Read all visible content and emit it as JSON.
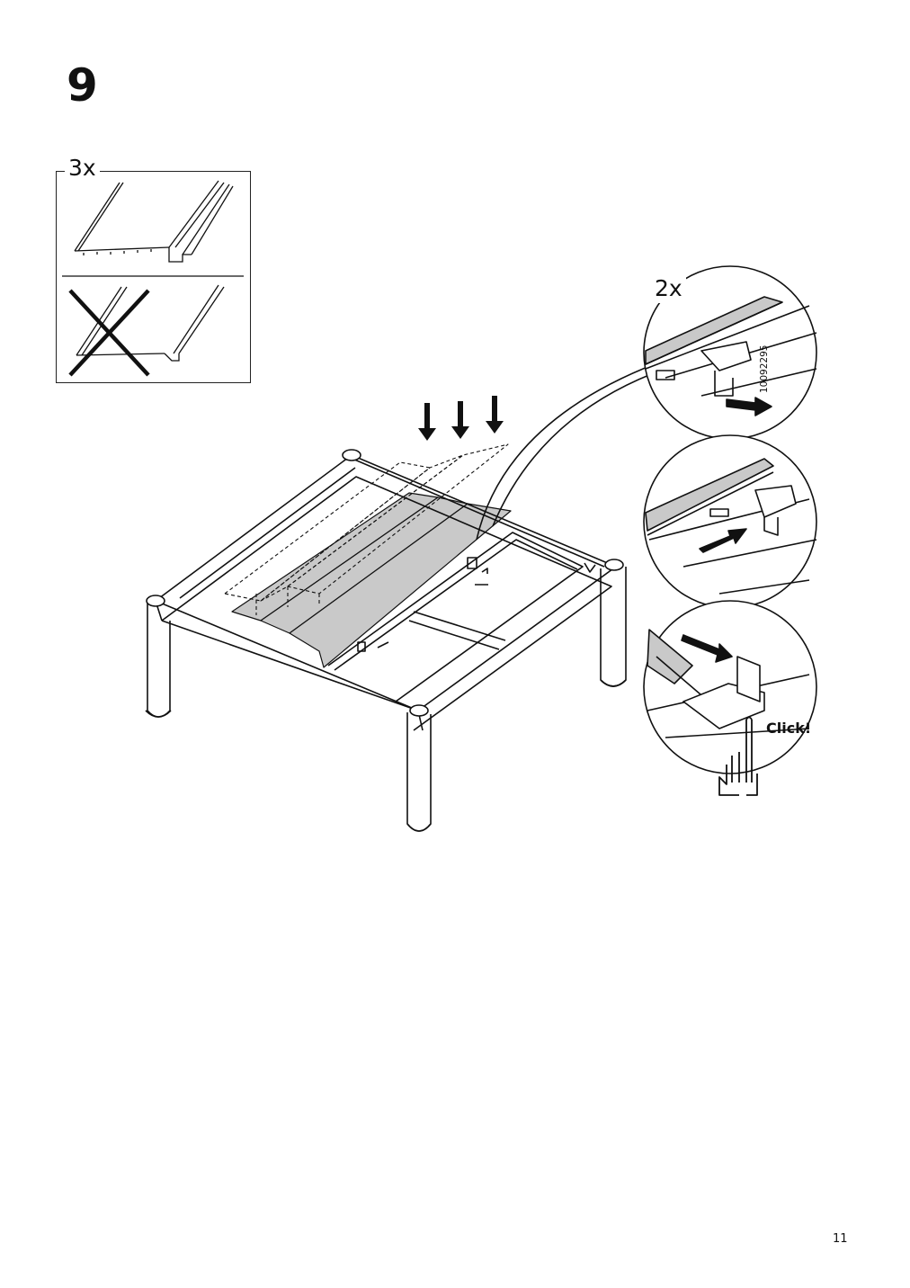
{
  "step": {
    "number": "9"
  },
  "quantity_box": {
    "label": "3x"
  },
  "detail": {
    "quantity": "2x",
    "part_code": "10092295",
    "click_label": "Click!"
  },
  "page": {
    "number": "11"
  },
  "icons": [
    "panel-correct-icon",
    "panel-wrong-icon",
    "down-arrow-icon",
    "hand-press-icon"
  ]
}
